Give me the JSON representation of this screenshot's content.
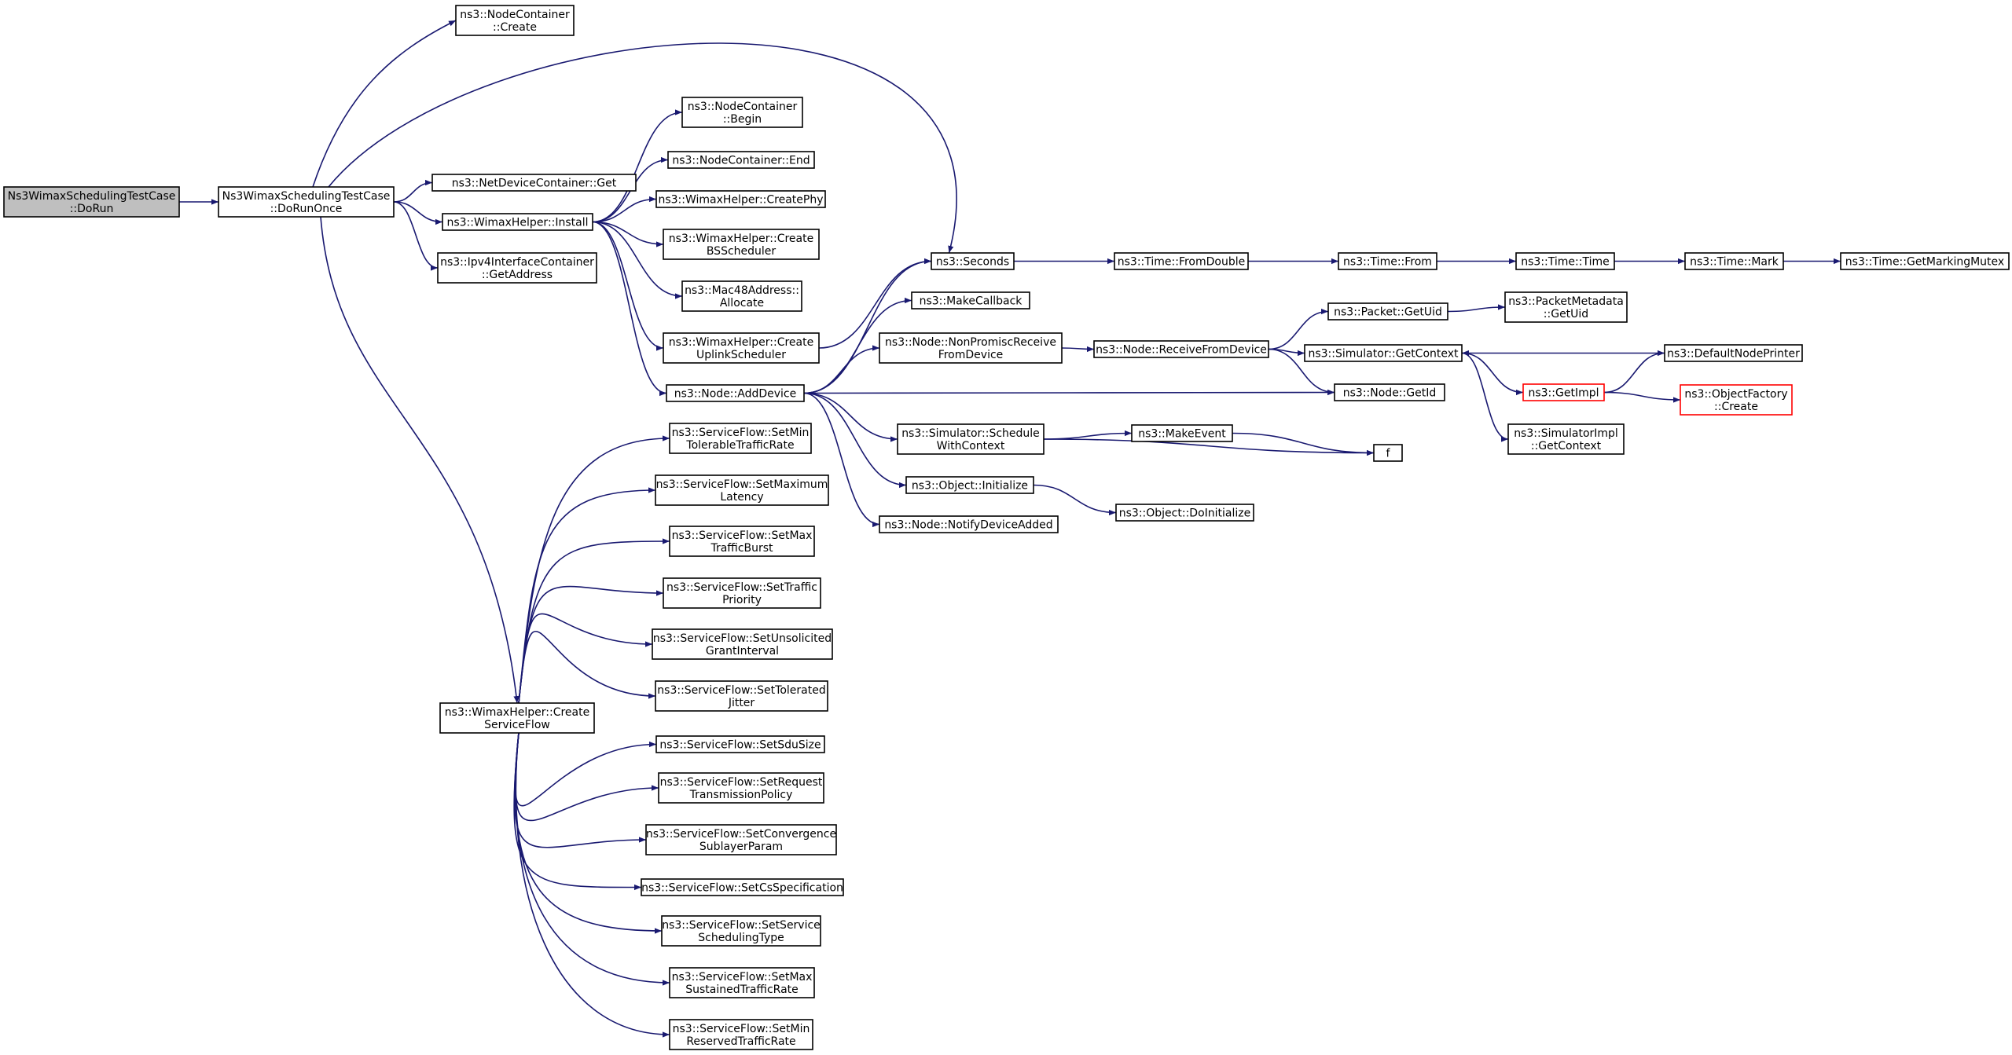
{
  "colors": {
    "edge": "#191970",
    "node_border": "#000000",
    "node_fill": "#ffffff",
    "root_fill": "#bfbfbf",
    "truncated_border": "#ff0000"
  },
  "nodes": [
    {
      "id": "dorun",
      "lines": [
        "Ns3WimaxSchedulingTestCase",
        "::DoRun"
      ],
      "style": "root"
    },
    {
      "id": "dorunonce",
      "lines": [
        "Ns3WimaxSchedulingTestCase",
        "::DoRunOnce"
      ]
    },
    {
      "id": "nc_create",
      "lines": [
        "ns3::NodeContainer",
        "::Create"
      ]
    },
    {
      "id": "ndc_get",
      "lines": [
        "ns3::NetDeviceContainer::Get"
      ]
    },
    {
      "id": "wh_install",
      "lines": [
        "ns3::WimaxHelper::Install"
      ]
    },
    {
      "id": "ipv4_getaddr",
      "lines": [
        "ns3::Ipv4InterfaceContainer",
        "::GetAddress"
      ]
    },
    {
      "id": "wh_csf",
      "lines": [
        "ns3::WimaxHelper::Create",
        "ServiceFlow"
      ]
    },
    {
      "id": "nc_begin",
      "lines": [
        "ns3::NodeContainer",
        "::Begin"
      ]
    },
    {
      "id": "nc_end",
      "lines": [
        "ns3::NodeContainer::End"
      ]
    },
    {
      "id": "wh_createphy",
      "lines": [
        "ns3::WimaxHelper::CreatePhy"
      ]
    },
    {
      "id": "wh_bssched",
      "lines": [
        "ns3::WimaxHelper::Create",
        "BSScheduler"
      ]
    },
    {
      "id": "mac48_alloc",
      "lines": [
        "ns3::Mac48Address::",
        "Allocate"
      ]
    },
    {
      "id": "wh_ulsched",
      "lines": [
        "ns3::WimaxHelper::Create",
        "UplinkScheduler"
      ]
    },
    {
      "id": "node_adddev",
      "lines": [
        "ns3::Node::AddDevice"
      ]
    },
    {
      "id": "seconds",
      "lines": [
        "ns3::Seconds"
      ]
    },
    {
      "id": "makecallback",
      "lines": [
        "ns3::MakeCallback"
      ]
    },
    {
      "id": "nonpromisc",
      "lines": [
        "ns3::Node::NonPromiscReceive",
        "FromDevice"
      ]
    },
    {
      "id": "schedctx",
      "lines": [
        "ns3::Simulator::Schedule",
        "WithContext"
      ]
    },
    {
      "id": "obj_init",
      "lines": [
        "ns3::Object::Initialize"
      ]
    },
    {
      "id": "notifydev",
      "lines": [
        "ns3::Node::NotifyDeviceAdded"
      ]
    },
    {
      "id": "fromdouble",
      "lines": [
        "ns3::Time::FromDouble"
      ]
    },
    {
      "id": "timefrom",
      "lines": [
        "ns3::Time::From"
      ]
    },
    {
      "id": "timetime",
      "lines": [
        "ns3::Time::Time"
      ]
    },
    {
      "id": "timemark",
      "lines": [
        "ns3::Time::Mark"
      ]
    },
    {
      "id": "getmutex",
      "lines": [
        "ns3::Time::GetMarkingMutex"
      ]
    },
    {
      "id": "recvfromdev",
      "lines": [
        "ns3::Node::ReceiveFromDevice"
      ]
    },
    {
      "id": "pkt_getuid",
      "lines": [
        "ns3::Packet::GetUid"
      ]
    },
    {
      "id": "pktmeta_getuid",
      "lines": [
        "ns3::PacketMetadata",
        "::GetUid"
      ]
    },
    {
      "id": "sim_getctx",
      "lines": [
        "ns3::Simulator::GetContext"
      ]
    },
    {
      "id": "defnodeprinter",
      "lines": [
        "ns3::DefaultNodePrinter"
      ]
    },
    {
      "id": "getimpl",
      "lines": [
        "ns3::GetImpl"
      ],
      "style": "truncated"
    },
    {
      "id": "objfactory",
      "lines": [
        "ns3::ObjectFactory",
        "::Create"
      ],
      "style": "truncated"
    },
    {
      "id": "node_getid",
      "lines": [
        "ns3::Node::GetId"
      ]
    },
    {
      "id": "simimpl_getctx",
      "lines": [
        "ns3::SimulatorImpl",
        "::GetContext"
      ]
    },
    {
      "id": "makeevent",
      "lines": [
        "ns3::MakeEvent"
      ]
    },
    {
      "id": "f",
      "lines": [
        "f"
      ]
    },
    {
      "id": "doinit",
      "lines": [
        "ns3::Object::DoInitialize"
      ]
    },
    {
      "id": "sf_mintol",
      "lines": [
        "ns3::ServiceFlow::SetMin",
        "TolerableTrafficRate"
      ]
    },
    {
      "id": "sf_maxlat",
      "lines": [
        "ns3::ServiceFlow::SetMaximum",
        "Latency"
      ]
    },
    {
      "id": "sf_maxburst",
      "lines": [
        "ns3::ServiceFlow::SetMax",
        "TrafficBurst"
      ]
    },
    {
      "id": "sf_prio",
      "lines": [
        "ns3::ServiceFlow::SetTraffic",
        "Priority"
      ]
    },
    {
      "id": "sf_ugi",
      "lines": [
        "ns3::ServiceFlow::SetUnsolicited",
        "GrantInterval"
      ]
    },
    {
      "id": "sf_jitter",
      "lines": [
        "ns3::ServiceFlow::SetTolerated",
        "Jitter"
      ]
    },
    {
      "id": "sf_sdusize",
      "lines": [
        "ns3::ServiceFlow::SetSduSize"
      ]
    },
    {
      "id": "sf_reqtx",
      "lines": [
        "ns3::ServiceFlow::SetRequest",
        "TransmissionPolicy"
      ]
    },
    {
      "id": "sf_convsub",
      "lines": [
        "ns3::ServiceFlow::SetConvergence",
        "SublayerParam"
      ]
    },
    {
      "id": "sf_csspec",
      "lines": [
        "ns3::ServiceFlow::SetCsSpecification"
      ]
    },
    {
      "id": "sf_schedtype",
      "lines": [
        "ns3::ServiceFlow::SetService",
        "SchedulingType"
      ]
    },
    {
      "id": "sf_maxsust",
      "lines": [
        "ns3::ServiceFlow::SetMax",
        "SustainedTrafficRate"
      ]
    },
    {
      "id": "sf_minres",
      "lines": [
        "ns3::ServiceFlow::SetMin",
        "ReservedTrafficRate"
      ]
    }
  ],
  "edges": [
    [
      "dorun",
      "dorunonce"
    ],
    [
      "dorunonce",
      "nc_create"
    ],
    [
      "dorunonce",
      "seconds"
    ],
    [
      "dorunonce",
      "ndc_get"
    ],
    [
      "dorunonce",
      "wh_install"
    ],
    [
      "dorunonce",
      "ipv4_getaddr"
    ],
    [
      "dorunonce",
      "wh_csf"
    ],
    [
      "wh_install",
      "nc_begin"
    ],
    [
      "wh_install",
      "nc_end"
    ],
    [
      "wh_install",
      "wh_createphy"
    ],
    [
      "wh_install",
      "wh_bssched"
    ],
    [
      "wh_install",
      "mac48_alloc"
    ],
    [
      "wh_install",
      "wh_ulsched"
    ],
    [
      "wh_install",
      "node_adddev"
    ],
    [
      "wh_ulsched",
      "seconds"
    ],
    [
      "node_adddev",
      "seconds"
    ],
    [
      "node_adddev",
      "makecallback"
    ],
    [
      "node_adddev",
      "nonpromisc"
    ],
    [
      "node_adddev",
      "node_getid"
    ],
    [
      "node_adddev",
      "schedctx"
    ],
    [
      "node_adddev",
      "obj_init"
    ],
    [
      "node_adddev",
      "notifydev"
    ],
    [
      "seconds",
      "fromdouble"
    ],
    [
      "fromdouble",
      "timefrom"
    ],
    [
      "timefrom",
      "timetime"
    ],
    [
      "timetime",
      "timemark"
    ],
    [
      "timemark",
      "getmutex"
    ],
    [
      "nonpromisc",
      "recvfromdev"
    ],
    [
      "recvfromdev",
      "pkt_getuid"
    ],
    [
      "recvfromdev",
      "sim_getctx"
    ],
    [
      "recvfromdev",
      "node_getid"
    ],
    [
      "pkt_getuid",
      "pktmeta_getuid"
    ],
    [
      "sim_getctx",
      "getimpl"
    ],
    [
      "sim_getctx",
      "simimpl_getctx"
    ],
    [
      "defnodeprinter",
      "sim_getctx"
    ],
    [
      "getimpl",
      "defnodeprinter"
    ],
    [
      "getimpl",
      "objfactory"
    ],
    [
      "schedctx",
      "makeevent"
    ],
    [
      "schedctx",
      "f"
    ],
    [
      "makeevent",
      "f"
    ],
    [
      "obj_init",
      "doinit"
    ],
    [
      "wh_csf",
      "sf_mintol"
    ],
    [
      "wh_csf",
      "sf_maxlat"
    ],
    [
      "wh_csf",
      "sf_maxburst"
    ],
    [
      "wh_csf",
      "sf_prio"
    ],
    [
      "wh_csf",
      "sf_ugi"
    ],
    [
      "wh_csf",
      "sf_jitter"
    ],
    [
      "wh_csf",
      "sf_sdusize"
    ],
    [
      "wh_csf",
      "sf_reqtx"
    ],
    [
      "wh_csf",
      "sf_convsub"
    ],
    [
      "wh_csf",
      "sf_csspec"
    ],
    [
      "wh_csf",
      "sf_schedtype"
    ],
    [
      "wh_csf",
      "sf_maxsust"
    ],
    [
      "wh_csf",
      "sf_minres"
    ]
  ]
}
